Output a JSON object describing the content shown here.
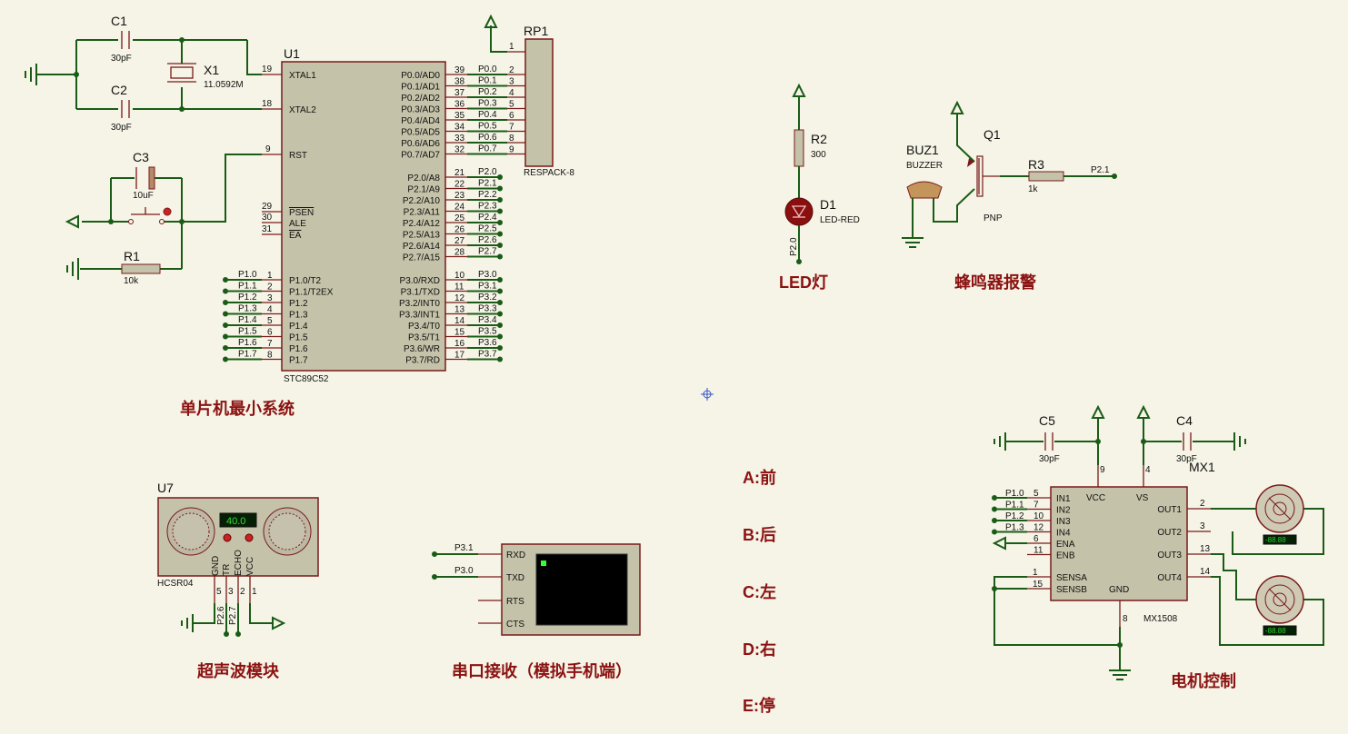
{
  "labels": {
    "mcu_section": "单片机最小系统",
    "led_section": "LED灯",
    "buzzer_section": "蜂鸣器报警",
    "ultra_section": "超声波模块",
    "serial_section": "串口接收（模拟手机端）",
    "motor_section": "电机控制",
    "cmd_a": "A:前",
    "cmd_b": "B:后",
    "cmd_c": "C:左",
    "cmd_d": "D:右",
    "cmd_e": "E:停"
  },
  "parts": {
    "u1": "U1",
    "u1_part": "STC89C52",
    "c1": "C1",
    "c1_val": "30pF",
    "c2": "C2",
    "c2_val": "30pF",
    "x1": "X1",
    "x1_val": "11.0592M",
    "c3": "C3",
    "c3_val": "10uF",
    "r1": "R1",
    "r1_val": "10k",
    "rp1": "RP1",
    "rp1_part": "RESPACK-8",
    "r2": "R2",
    "r2_val": "300",
    "d1": "D1",
    "d1_part": "LED-RED",
    "buz1": "BUZ1",
    "buz1_part": "BUZZER",
    "q1": "Q1",
    "q1_part": "PNP",
    "r3": "R3",
    "r3_val": "1k",
    "u7": "U7",
    "u7_part": "HCSR04",
    "u7_display": "40.0",
    "c5": "C5",
    "c5_val": "30pF",
    "c4": "C4",
    "c4_val": "30pF",
    "mx1": "MX1",
    "mx1_part": "MX1508",
    "motor_readout": "-88.88"
  },
  "u1_left_pins": [
    {
      "num": "19",
      "name": "XTAL1"
    },
    {
      "num": "18",
      "name": "XTAL2"
    },
    {
      "num": "9",
      "name": "RST"
    },
    {
      "num": "29",
      "name": "PSEN"
    },
    {
      "num": "30",
      "name": "ALE"
    },
    {
      "num": "31",
      "name": "EA"
    }
  ],
  "u1_p1": [
    {
      "num": "1",
      "name": "P1.0/T2",
      "net": "P1.0"
    },
    {
      "num": "2",
      "name": "P1.1/T2EX",
      "net": "P1.1"
    },
    {
      "num": "3",
      "name": "P1.2",
      "net": "P1.2"
    },
    {
      "num": "4",
      "name": "P1.3",
      "net": "P1.3"
    },
    {
      "num": "5",
      "name": "P1.4",
      "net": "P1.4"
    },
    {
      "num": "6",
      "name": "P1.5",
      "net": "P1.5"
    },
    {
      "num": "7",
      "name": "P1.6",
      "net": "P1.6"
    },
    {
      "num": "8",
      "name": "P1.7",
      "net": "P1.7"
    }
  ],
  "u1_p0": [
    {
      "num": "39",
      "name": "P0.0/AD0",
      "net": "P0.0",
      "rp": "2"
    },
    {
      "num": "38",
      "name": "P0.1/AD1",
      "net": "P0.1",
      "rp": "3"
    },
    {
      "num": "37",
      "name": "P0.2/AD2",
      "net": "P0.2",
      "rp": "4"
    },
    {
      "num": "36",
      "name": "P0.3/AD3",
      "net": "P0.3",
      "rp": "5"
    },
    {
      "num": "35",
      "name": "P0.4/AD4",
      "net": "P0.4",
      "rp": "6"
    },
    {
      "num": "34",
      "name": "P0.5/AD5",
      "net": "P0.5",
      "rp": "7"
    },
    {
      "num": "33",
      "name": "P0.6/AD6",
      "net": "P0.6",
      "rp": "8"
    },
    {
      "num": "32",
      "name": "P0.7/AD7",
      "net": "P0.7",
      "rp": "9"
    }
  ],
  "rp1_pin1": "1",
  "u1_p2": [
    {
      "num": "21",
      "name": "P2.0/A8",
      "net": "P2.0"
    },
    {
      "num": "22",
      "name": "P2.1/A9",
      "net": "P2.1"
    },
    {
      "num": "23",
      "name": "P2.2/A10",
      "net": "P2.2"
    },
    {
      "num": "24",
      "name": "P2.3/A11",
      "net": "P2.3"
    },
    {
      "num": "25",
      "name": "P2.4/A12",
      "net": "P2.4"
    },
    {
      "num": "26",
      "name": "P2.5/A13",
      "net": "P2.5"
    },
    {
      "num": "27",
      "name": "P2.6/A14",
      "net": "P2.6"
    },
    {
      "num": "28",
      "name": "P2.7/A15",
      "net": "P2.7"
    }
  ],
  "u1_p3": [
    {
      "num": "10",
      "name": "P3.0/RXD",
      "net": "P3.0"
    },
    {
      "num": "11",
      "name": "P3.1/TXD",
      "net": "P3.1"
    },
    {
      "num": "12",
      "name": "P3.2/INT0",
      "net": "P3.2"
    },
    {
      "num": "13",
      "name": "P3.3/INT1",
      "net": "P3.3"
    },
    {
      "num": "14",
      "name": "P3.4/T0",
      "net": "P3.4"
    },
    {
      "num": "15",
      "name": "P3.5/T1",
      "net": "P3.5"
    },
    {
      "num": "16",
      "name": "P3.6/WR",
      "net": "P3.6"
    },
    {
      "num": "17",
      "name": "P3.7/RD",
      "net": "P3.7"
    }
  ],
  "nets": {
    "led": "P2.0",
    "buzzer": "P2.1",
    "txd": "P3.1",
    "rxd": "P3.0",
    "trig": "P2.6",
    "echo": "P2.7"
  },
  "hcsr04_pins": [
    {
      "name": "GND",
      "num": "5"
    },
    {
      "name": "TR",
      "num": "3"
    },
    {
      "name": "ECHO",
      "num": "2"
    },
    {
      "name": "VCC",
      "num": "1"
    }
  ],
  "terminal_pins": [
    "RXD",
    "TXD",
    "RTS",
    "CTS"
  ],
  "mx_in": [
    {
      "net": "P1.0",
      "num": "5",
      "name": "IN1"
    },
    {
      "net": "P1.1",
      "num": "7",
      "name": "IN2"
    },
    {
      "net": "P1.2",
      "num": "10",
      "name": "IN3"
    },
    {
      "net": "P1.3",
      "num": "12",
      "name": "IN4"
    },
    {
      "net": "",
      "num": "6",
      "name": "ENA"
    },
    {
      "net": "",
      "num": "11",
      "name": "ENB"
    }
  ],
  "mx_sense": [
    {
      "num": "1",
      "name": "SENSA"
    },
    {
      "num": "15",
      "name": "SENSB"
    }
  ],
  "mx_out": [
    {
      "num": "2",
      "name": "OUT1"
    },
    {
      "num": "3",
      "name": "OUT2"
    },
    {
      "num": "13",
      "name": "OUT3"
    },
    {
      "num": "14",
      "name": "OUT4"
    }
  ],
  "mx_top": {
    "vcc": "VCC",
    "vs": "VS",
    "gnd": "GND",
    "pin9": "9",
    "pin4": "4",
    "pin8": "8"
  }
}
